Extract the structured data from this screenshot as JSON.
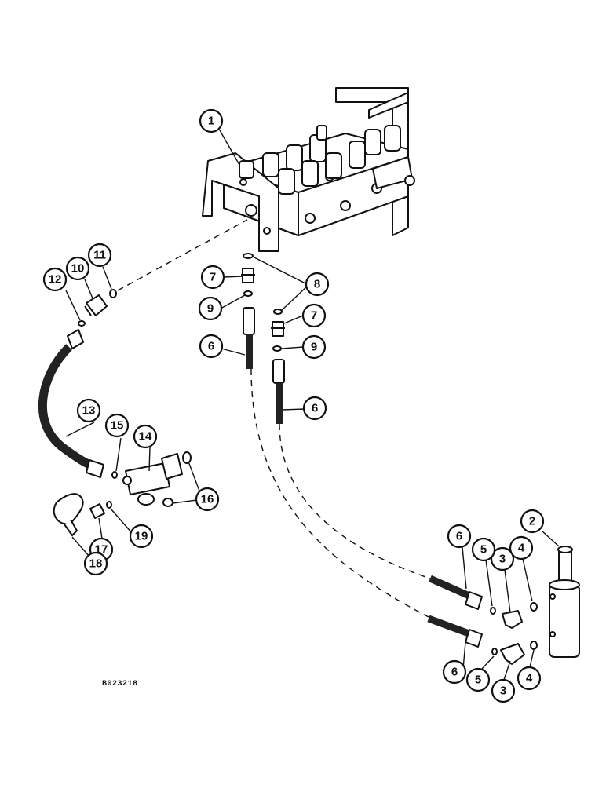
{
  "figure_code": "B023218",
  "callout_labels": [
    "1",
    "2",
    "3",
    "4",
    "5",
    "6",
    "7",
    "8",
    "9",
    "10",
    "11",
    "12",
    "13",
    "14",
    "15",
    "16",
    "17",
    "18",
    "19"
  ]
}
